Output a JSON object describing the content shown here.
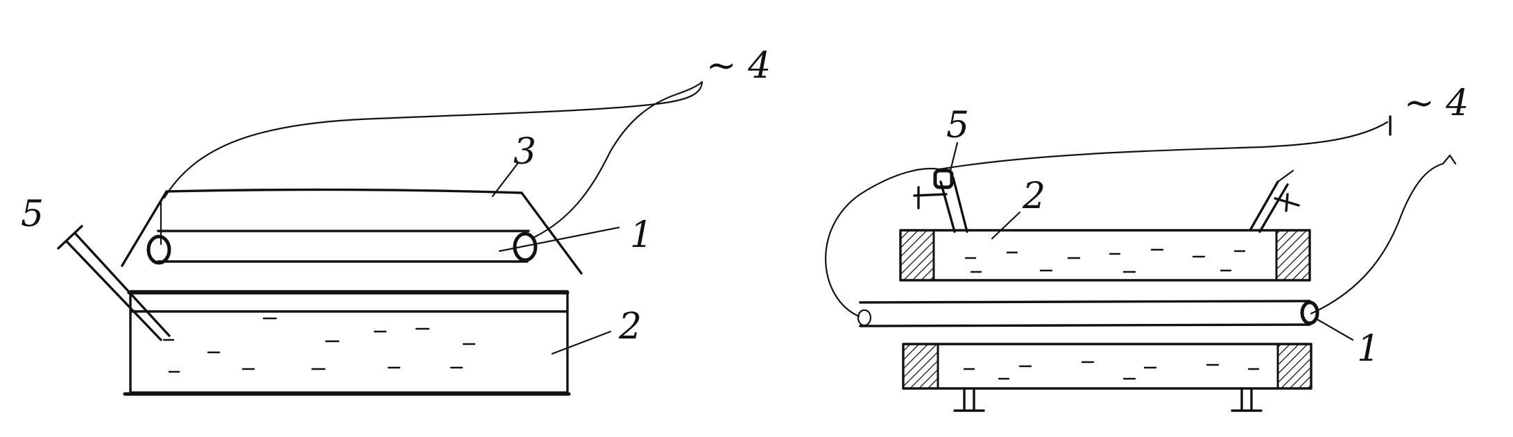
{
  "figure_left": {
    "labels": {
      "tube": "1",
      "liquid_vessel": "2",
      "reflector": "3",
      "power_supply": "~ 4",
      "nozzle": "5"
    }
  },
  "figure_right": {
    "labels": {
      "tube": "1",
      "liquid_vessel": "2",
      "power_supply": "~ 4",
      "nozzle": "5"
    }
  },
  "colors": {
    "ink": "#111111",
    "background": "#ffffff"
  }
}
